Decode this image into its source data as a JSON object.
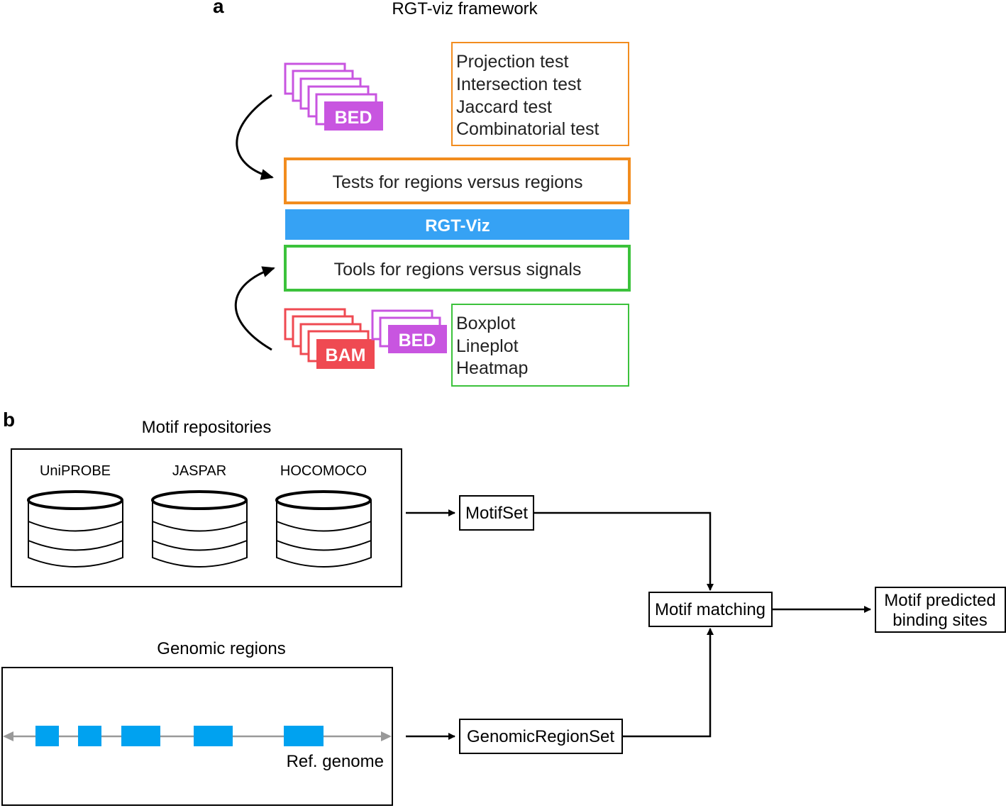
{
  "colors": {
    "orange": "#F28C1E",
    "green": "#3CC23C",
    "blue": "#36A2F4",
    "purple": "#C855E0",
    "red": "#EF4A52",
    "region_blue": "#00A2F0",
    "axis_gray": "#999999"
  },
  "panel_a": {
    "label": "a",
    "title": "RGT-viz framework",
    "bed_top_label": "BED",
    "tests_list": [
      "Projection test",
      "Intersection test",
      "Jaccard test",
      "Combinatorial test"
    ],
    "tests_box_label": "Tests for regions versus regions",
    "center_bar_label": "RGT-Viz",
    "tools_box_label": "Tools for regions versus signals",
    "bam_label": "BAM",
    "bed_bottom_label": "BED",
    "plots_list": [
      "Boxplot",
      "Lineplot",
      "Heatmap"
    ]
  },
  "panel_b": {
    "label": "b",
    "motif_repositories_title": "Motif repositories",
    "repositories": [
      "UniPROBE",
      "JASPAR",
      "HOCOMOCO"
    ],
    "genomic_regions_title": "Genomic regions",
    "ref_genome_label": "Ref. genome",
    "motifset_label": "MotifSet",
    "genomic_region_set_label": "GenomicRegionSet",
    "motif_matching_label": "Motif matching",
    "output_label_lines": [
      "Motif predicted",
      "binding sites"
    ]
  }
}
